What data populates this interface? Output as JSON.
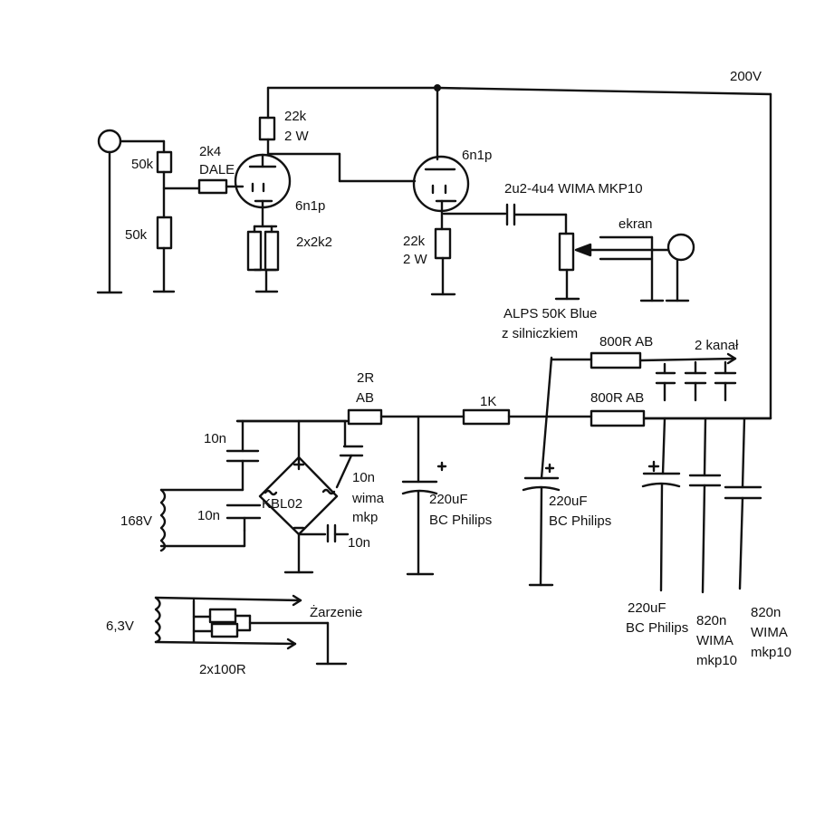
{
  "supply": {
    "b_plus": "200V",
    "secondary_hv": "168V",
    "secondary_heater": "6,3V"
  },
  "input_stage": {
    "divider_top": "50k",
    "divider_bottom": "50k",
    "grid_resistor": [
      "2k4",
      "DALE"
    ],
    "anode_resistor": [
      "22k",
      "2 W"
    ],
    "tube": "6n1p",
    "cathode_resistors": "2x2k2"
  },
  "output_stage": {
    "tube": "6n1p",
    "cathode_resistor": [
      "22k",
      "2 W"
    ],
    "coupling_cap": "2u2-4u4 WIMA MKP10",
    "volume_pot": [
      "ALPS 50K Blue",
      "z silniczkiem"
    ],
    "shield": "ekran"
  },
  "power_supply": {
    "rectifier": "KBL02",
    "bridge_caps": [
      "10n",
      "10n",
      "10n",
      "10n"
    ],
    "bridge_cap_note": [
      "wima",
      "mkp"
    ],
    "series_resistor": [
      "2R",
      "AB"
    ],
    "filter_resistor": "1K",
    "rail_resistor_1": "800R AB",
    "rail_resistor_2": "800R AB",
    "second_channel": "2 kanał",
    "cap_1": [
      "220uF",
      "BC Philips"
    ],
    "cap_2": [
      "220uF",
      "BC Philips"
    ],
    "cap_3": [
      "220uF",
      "BC Philips"
    ],
    "cap_4": [
      "820n",
      "WIMA",
      "mkp10"
    ],
    "cap_5": [
      "820n",
      "WIMA",
      "mkp10"
    ]
  },
  "heater": {
    "label": "Żarzenie",
    "resistors": "2x100R"
  }
}
